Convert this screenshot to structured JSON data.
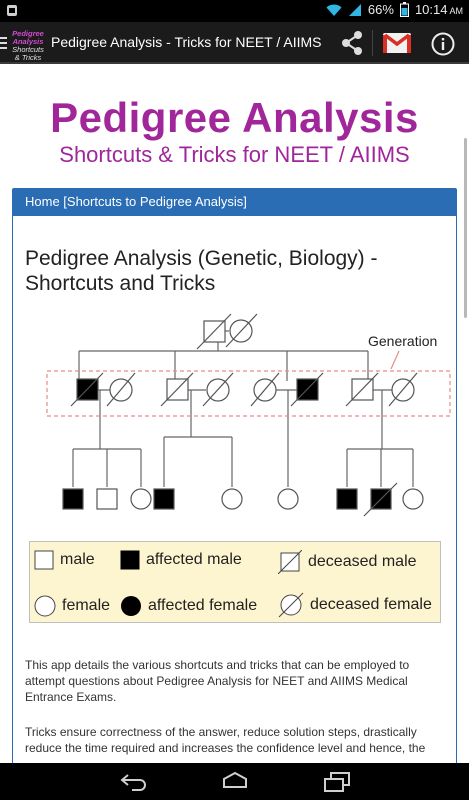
{
  "status_bar": {
    "battery_percent": "66%",
    "time": "10:14",
    "ampm": "AM"
  },
  "action_bar": {
    "app_logo": {
      "line1": "Pedigree",
      "line2": "Analysis",
      "line3": "Shortcuts",
      "line4": "& Tricks"
    },
    "title": "Pedigree Analysis - Tricks for NEET / AIIMS",
    "icons": [
      "menu-icon",
      "share-icon",
      "gmail-icon",
      "info-icon"
    ]
  },
  "hero": {
    "title": "Pedigree Analysis",
    "subtitle": "Shortcuts & Tricks for NEET / AIIMS",
    "color": "#a0269a"
  },
  "breadcrumb": {
    "label": "Home [Shortcuts to Pedigree Analysis]",
    "color": "#2a6db5"
  },
  "article": {
    "title": "Pedigree Analysis (Genetic, Biology) - Shortcuts and Tricks",
    "diagram_label": "Generation",
    "legend": {
      "male": "male",
      "affected_male": "affected male",
      "deceased_male": "deceased male",
      "female": "female",
      "affected_female": "affected female",
      "deceased_female": "deceased female"
    },
    "paragraphs": [
      "This app details the various shortcuts and tricks that can be employed to attempt questions about Pedigree Analysis for NEET and AIIMS Medical Entrance Exams.",
      "Tricks ensure correctness of the answer, reduce solution steps, drastically reduce the time required and increases the confidence level and hence, the"
    ]
  },
  "nav_bar": {
    "icons": [
      "back-icon",
      "home-icon",
      "recent-apps-icon"
    ]
  }
}
